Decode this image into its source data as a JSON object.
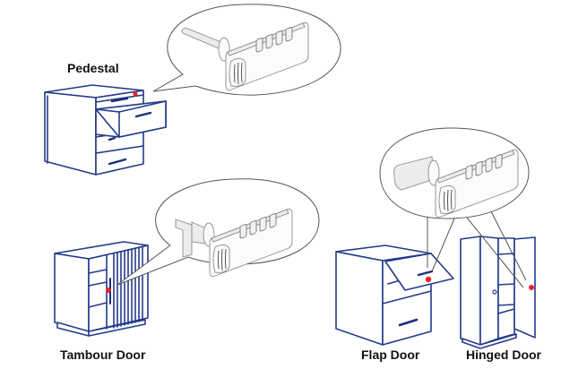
{
  "diagram": {
    "title": "Combination cam lock applications",
    "colors": {
      "furniture_outline": "#233b8a",
      "lock_marker": "#e8252a",
      "callout_outline": "#555555",
      "label_text": "#111111"
    },
    "furniture": [
      {
        "id": "pedestal",
        "label": "Pedestal",
        "icon": "pedestal-drawer-cabinet-icon",
        "lock_type": "straight-cam"
      },
      {
        "id": "tambour",
        "label": "Tambour Door",
        "icon": "tambour-door-cabinet-icon",
        "lock_type": "hooked-cam"
      },
      {
        "id": "flap",
        "label": "Flap Door",
        "icon": "flap-door-cabinet-icon",
        "lock_type": "flat-cam"
      },
      {
        "id": "hinged",
        "label": "Hinged Door",
        "icon": "hinged-door-wardrobe-icon",
        "lock_type": "flat-cam"
      }
    ],
    "lock_icon": "combination-cam-lock-icon",
    "dial_count": 4
  }
}
